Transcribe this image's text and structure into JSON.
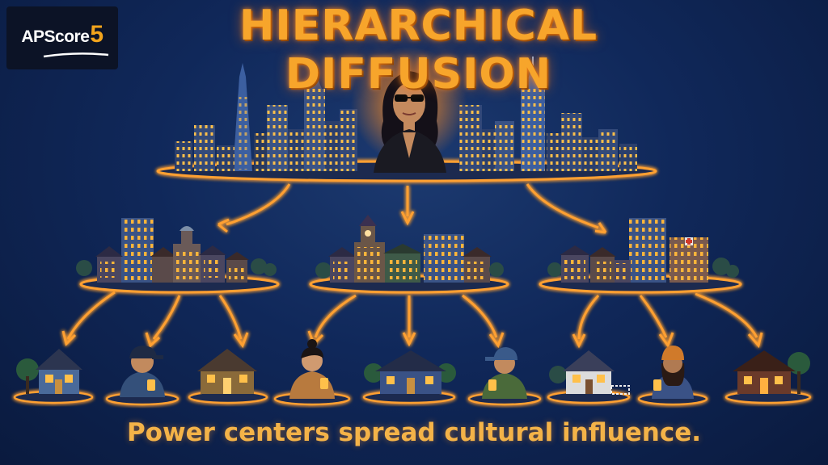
{
  "logo": {
    "text": "APScore",
    "number": "5"
  },
  "title": "HIERARCHICAL DIFFUSION",
  "caption": "Power centers spread cultural influence.",
  "colors": {
    "glow": "#ffa030",
    "title": "#f7a52b",
    "caption": "#f4b348",
    "background": "#10285a",
    "window": "#ffc04a"
  },
  "levels": [
    {
      "level": "top",
      "nodes": [
        {
          "icon": "metropolis-city-skyline-with-celebrity-icon"
        }
      ]
    },
    {
      "level": "middle",
      "nodes": [
        {
          "icon": "town-with-courthouse-icon"
        },
        {
          "icon": "town-with-clocktower-church-icon"
        },
        {
          "icon": "town-with-hospital-icon"
        }
      ]
    },
    {
      "level": "bottom",
      "nodes": [
        {
          "icon": "blue-house-icon"
        },
        {
          "icon": "boy-with-phone-icon"
        },
        {
          "icon": "yellow-house-icon"
        },
        {
          "icon": "woman-with-phone-icon"
        },
        {
          "icon": "blue-ranch-house-icon"
        },
        {
          "icon": "boy-with-phone-icon"
        },
        {
          "icon": "white-house-with-fence-icon"
        },
        {
          "icon": "girl-with-phone-icon"
        },
        {
          "icon": "brown-house-icon"
        }
      ]
    }
  ]
}
